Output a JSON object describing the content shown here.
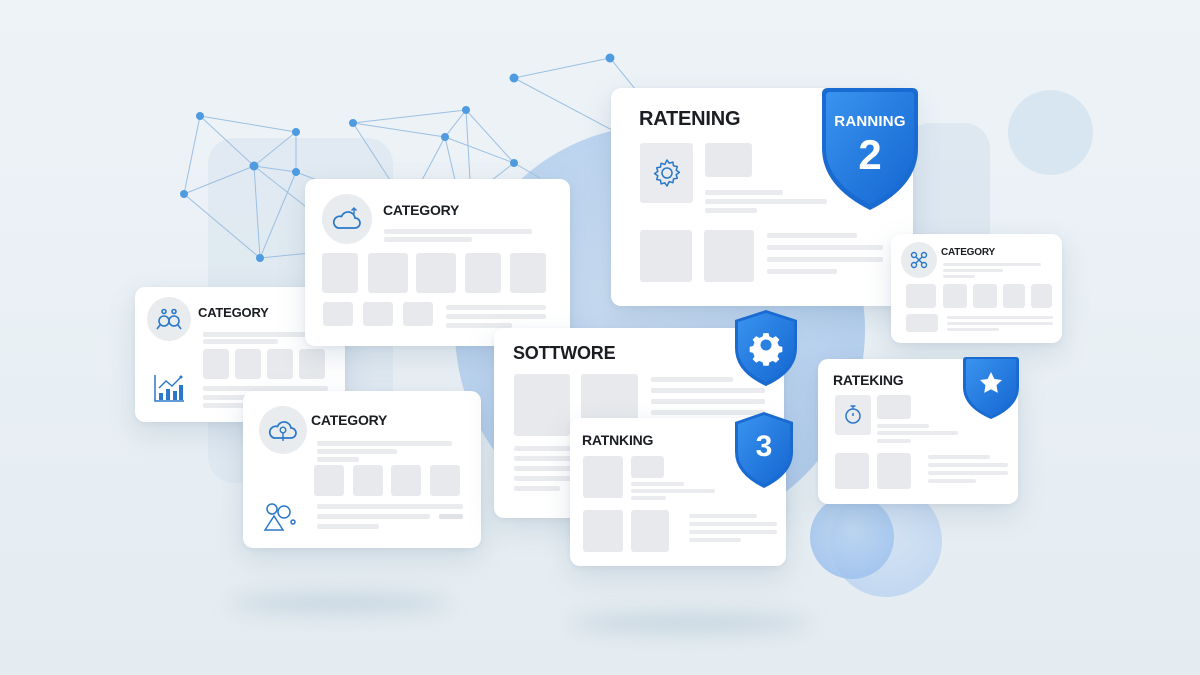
{
  "scene": {
    "accent_color": "#1f7ae0",
    "accent_dark": "#1767c8",
    "background_color": "#eef3f7"
  },
  "cards": {
    "ratening": {
      "title": "RATENING",
      "icon": "gear-icon"
    },
    "category_top": {
      "title": "CATEGORY",
      "icon": "cloud-upload-icon"
    },
    "category_left": {
      "title": "CATEGORY",
      "icon": "people-search-icon",
      "secondary_icon": "bar-chart-growth-icon"
    },
    "category_bottom": {
      "title": "CATEGORY",
      "icon": "cloud-tree-icon",
      "secondary_icon": "shapes-icon"
    },
    "category_right": {
      "title": "CATEGORY",
      "icon": "network-nodes-icon"
    },
    "sottwore": {
      "title": "SOTTWORE"
    },
    "ratnking": {
      "title": "RATNKING"
    },
    "rateking": {
      "title": "RATEKING",
      "icon": "timer-icon"
    }
  },
  "badges": {
    "ranking_2": {
      "label": "RANNING",
      "number": "2"
    },
    "settings": {
      "icon": "gear-icon"
    },
    "ranking_3": {
      "number": "3"
    },
    "star": {
      "icon": "star-icon"
    }
  }
}
